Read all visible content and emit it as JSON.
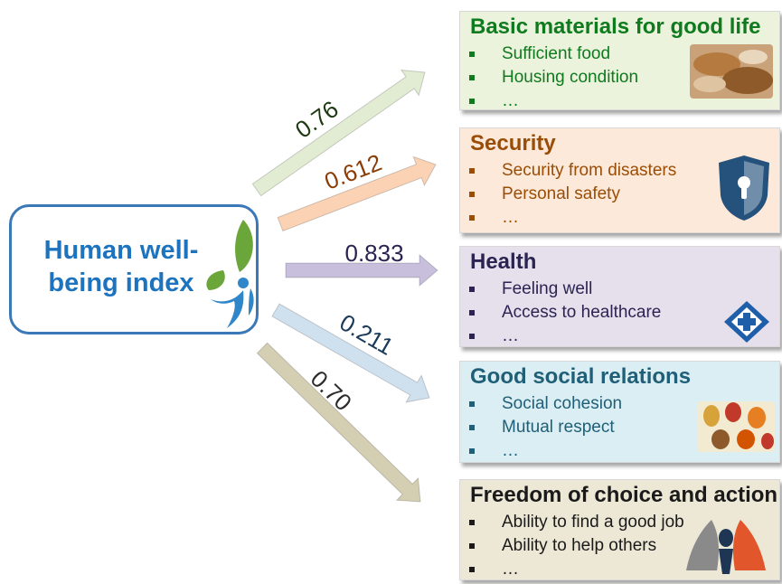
{
  "central": {
    "title": "Human well-being index"
  },
  "colors": {
    "central_title": "#1e73be",
    "central_border": "#3b78b8",
    "leaf_green": "#6aa63a",
    "figure_blue": "#2f86c9"
  },
  "dimensions": [
    {
      "title": "Basic materials for good life",
      "weight": "0.76",
      "title_color": "#0f7a1e",
      "bullet_color": "#0f7a1e",
      "item_color": "#0f7a1e",
      "box_bg": "#ebf3dd",
      "arrow_color": "#e2ecd3",
      "label_color": "#1d3a12",
      "items": [
        "Sufficient food",
        "Housing condition",
        "…"
      ],
      "icon": "food-photo-icon"
    },
    {
      "title": "Security",
      "weight": "0.612",
      "title_color": "#9a4d06",
      "bullet_color": "#9a4d06",
      "item_color": "#9a4d06",
      "box_bg": "#fde9d9",
      "arrow_color": "#fbd2b3",
      "label_color": "#8a3c06",
      "items": [
        "Security from disasters",
        "Personal safety",
        "…"
      ],
      "icon": "shield-lock-icon"
    },
    {
      "title": "Health",
      "weight": "0.833",
      "title_color": "#2b2452",
      "bullet_color": "#2b2452",
      "item_color": "#2b2452",
      "box_bg": "#e6e0ec",
      "arrow_color": "#c7bfdc",
      "label_color": "#2b2452",
      "items": [
        "Feeling well",
        "Access to healthcare",
        "…"
      ],
      "icon": "medical-cross-icon"
    },
    {
      "title": "Good social relations",
      "weight": "0.211",
      "title_color": "#1f5f77",
      "bullet_color": "#1f5f77",
      "item_color": "#1f5f77",
      "box_bg": "#daeef3",
      "arrow_color": "#cfe0ee",
      "label_color": "#1b3a5a",
      "items": [
        "Social cohesion",
        "Mutual respect",
        "…"
      ],
      "icon": "hands-icon"
    },
    {
      "title": "Freedom of choice and action",
      "weight": "0.70",
      "title_color": "#1a1a1a",
      "bullet_color": "#1a1a1a",
      "item_color": "#1a1a1a",
      "box_bg": "#ede8d6",
      "arrow_color": "#d4cfb3",
      "label_color": "#2b2b2b",
      "items": [
        "Ability to find a good job",
        "Ability to help others",
        "…"
      ],
      "icon": "helping-hands-icon"
    }
  ]
}
